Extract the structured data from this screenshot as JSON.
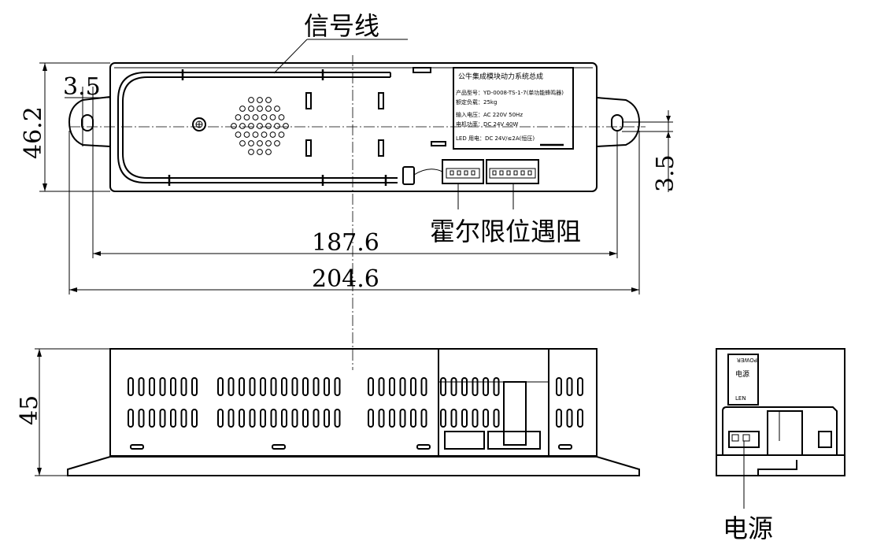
{
  "dimensions": {
    "height_top": "46.2",
    "offset_left": "3.5",
    "offset_right": "3.5",
    "hole_spacing": "187.6",
    "overall_length": "204.6",
    "height_front": "45"
  },
  "callouts": {
    "signal_wire": "信号线",
    "hall_limit_stall": "霍尔限位遇阻",
    "power": "电源"
  },
  "nameplate": {
    "title": "公牛集成模块动力系统总成",
    "model": "产品型号：YD-0008-TS-1-7(单功能蜂鸣器)",
    "rated_load": "额定负载：25kg",
    "input_voltage": "输入电压：AC 220V 50Hz",
    "motor_power": "电机功率：DC 24V 40W",
    "led_power": "LED 用电：DC 24V/≤2A(恒压)"
  },
  "side_label": {
    "line1": "LEN",
    "line2": "电源",
    "line3": "POWER"
  }
}
